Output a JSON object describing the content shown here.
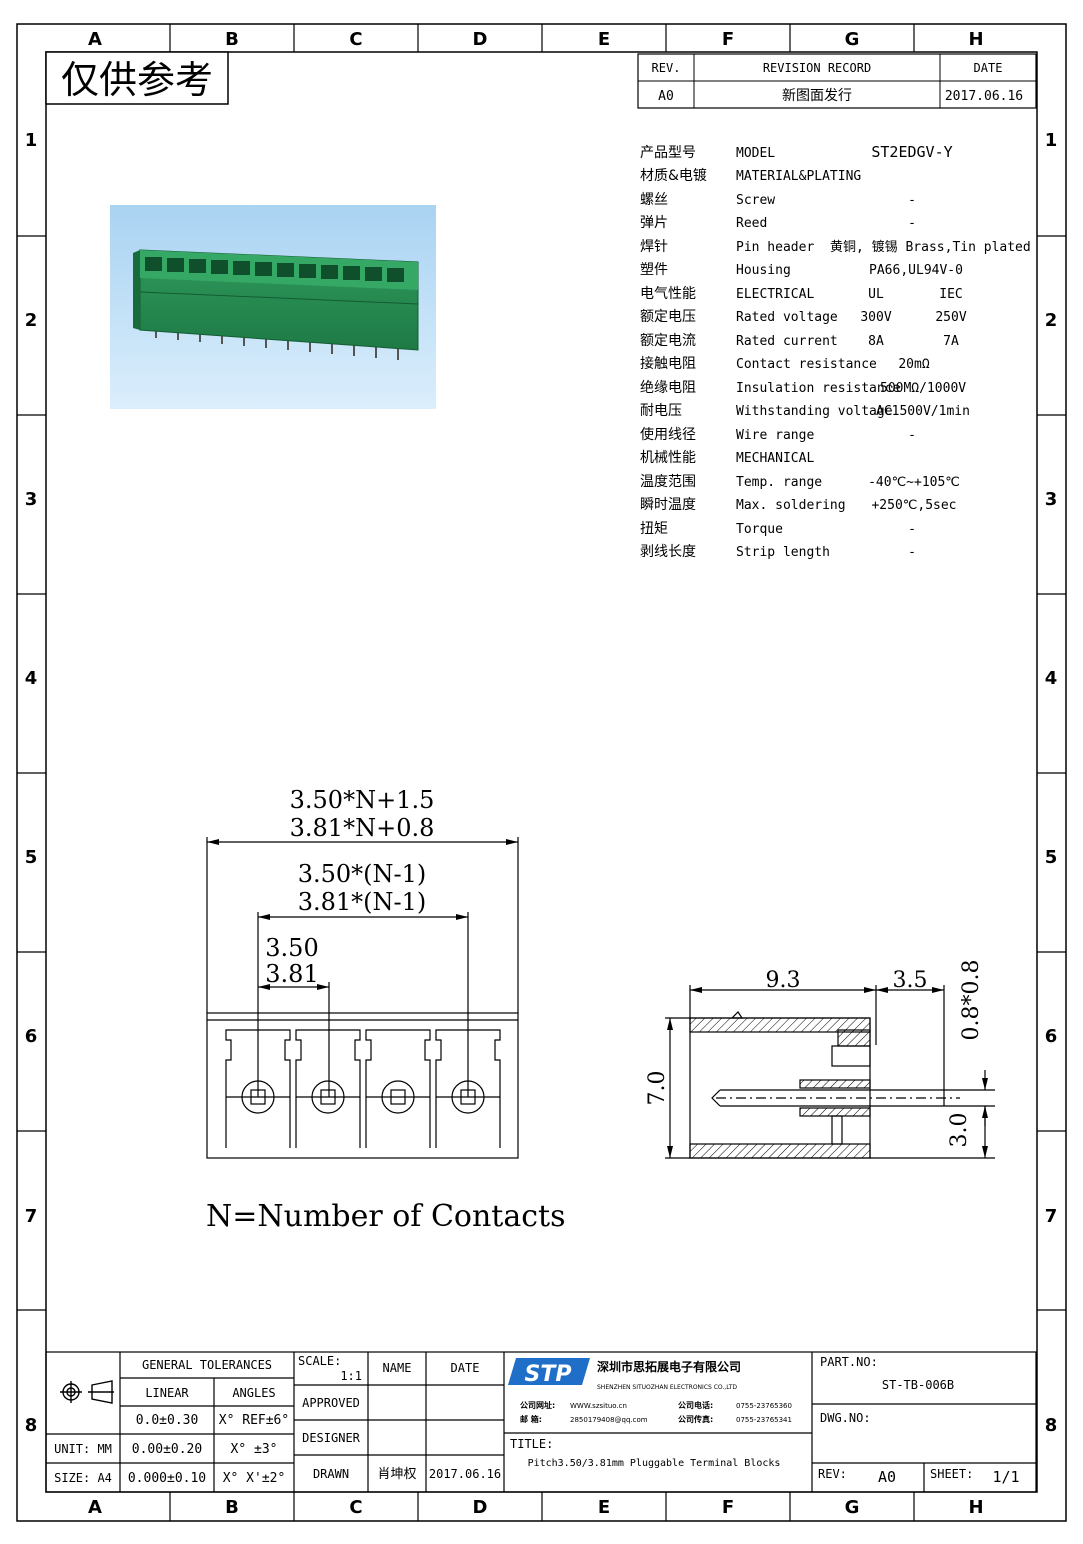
{
  "stamp": "仅供参考",
  "grid": {
    "columns": [
      "A",
      "B",
      "C",
      "D",
      "E",
      "F",
      "G",
      "H"
    ],
    "rows": [
      "1",
      "2",
      "3",
      "4",
      "5",
      "6",
      "7",
      "8"
    ]
  },
  "revision": {
    "rev_header": "REV.",
    "record_header": "REVISION RECORD",
    "date_header": "DATE",
    "rev": "A0",
    "record": "新图面发行",
    "date": "2017.06.16"
  },
  "specs": [
    {
      "cn": "产品型号",
      "en": "MODEL",
      "value": "ST2EDGV-Y"
    },
    {
      "cn": "材质&电镀",
      "en": "MATERIAL&PLATING",
      "value": ""
    },
    {
      "cn": "螺丝",
      "en": "Screw",
      "value": "-"
    },
    {
      "cn": "弹片",
      "en": "Reed",
      "value": "-"
    },
    {
      "cn": "焊针",
      "en": "Pin header",
      "value": "黄铜, 镀锡 Brass,Tin plated"
    },
    {
      "cn": "塑件",
      "en": "Housing",
      "value": "PA66,UL94V-0"
    },
    {
      "cn": "电气性能",
      "en": "ELECTRICAL",
      "ul": "UL",
      "iec": "IEC"
    },
    {
      "cn": "额定电压",
      "en": "Rated voltage",
      "ul": "300V",
      "iec": "250V"
    },
    {
      "cn": "额定电流",
      "en": "Rated current",
      "ul": "8A",
      "iec": "7A"
    },
    {
      "cn": "接触电阻",
      "en": "Contact resistance",
      "value": "20mΩ"
    },
    {
      "cn": "绝缘电阻",
      "en": "Insulation resistance",
      "value": "500MΩ/1000V"
    },
    {
      "cn": "耐电压",
      "en": "Withstanding voltage",
      "value": "AC1500V/1min"
    },
    {
      "cn": "使用线径",
      "en": "Wire range",
      "value": "-"
    },
    {
      "cn": "机械性能",
      "en": "MECHANICAL",
      "value": ""
    },
    {
      "cn": "温度范围",
      "en": "Temp. range",
      "value": "-40℃~+105℃"
    },
    {
      "cn": "瞬时温度",
      "en": "Max. soldering",
      "value": "+250℃,5sec"
    },
    {
      "cn": "扭矩",
      "en": "Torque",
      "value": "-"
    },
    {
      "cn": "剥线长度",
      "en": "Strip length",
      "value": "-"
    }
  ],
  "dims": {
    "overall_a": "3.50*N+1.5",
    "overall_b": "3.81*N+0.8",
    "span_a": "3.50*(N-1)",
    "span_b": "3.81*(N-1)",
    "pitch_a": "3.50",
    "pitch_b": "3.81",
    "side_w1": "9.3",
    "side_w2": "3.5",
    "side_h": "7.0",
    "pin_size": "0.8*0.8",
    "pin_off": "3.0"
  },
  "note": "N=Number of Contacts",
  "title_block": {
    "general_tolerances": "GENERAL TOLERANCES",
    "linear": "LINEAR",
    "angles": "ANGLES",
    "tol1": "0.0±0.30",
    "ang1": "X° REF±6°",
    "tol2": "0.00±0.20",
    "ang2": "X° ±3°",
    "tol3": "0.000±0.10",
    "ang3": "X° X'±2°",
    "unit": "UNIT: MM",
    "size": "SIZE: A4",
    "scale_label": "SCALE:",
    "scale": "1:1",
    "name": "NAME",
    "date": "DATE",
    "approved": "APPROVED",
    "designer": "DESIGNER",
    "drawn": "DRAWN",
    "drawn_name": "肖坤权",
    "drawn_date": "2017.06.16",
    "logo": "STP",
    "company_cn": "深圳市思拓展电子有限公司",
    "company_en": "SHENZHEN SITUOZHAN ELECTRONICS CO.,LTD",
    "web_label": "公司网址:",
    "web": "WWW.szsituo.cn",
    "tel_label": "公司电话:",
    "tel": "0755-23765360",
    "mail_label": "邮 箱:",
    "mail": "2850179408@qq.com",
    "fax_label": "公司传真:",
    "fax": "0755-23765341",
    "title_label": "TITLE:",
    "title": "Pitch3.50/3.81mm Pluggable Terminal Blocks",
    "part_no_label": "PART.NO:",
    "part_no": "ST-TB-006B",
    "dwg_no_label": "DWG.NO:",
    "rev_label": "REV:",
    "rev": "A0",
    "sheet_label": "SHEET:",
    "sheet": "1/1"
  }
}
